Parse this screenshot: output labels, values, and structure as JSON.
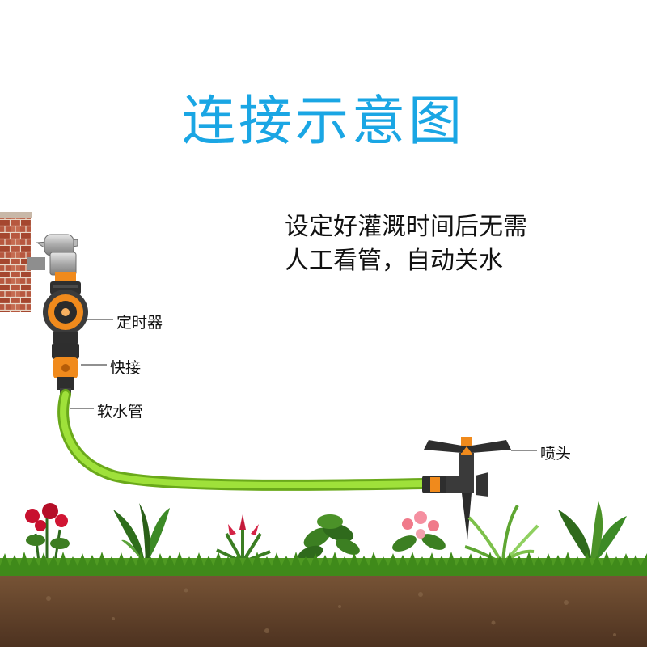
{
  "title": "连接示意图",
  "description": {
    "line1": "设定好灌溉时间后无需",
    "line2": "人工看管，自动关水"
  },
  "labels": {
    "timer": "定时器",
    "quick_connector": "快接",
    "hose": "软水管",
    "sprinkler": "喷头"
  },
  "colors": {
    "title": "#1aa6e4",
    "hose": "#8fd22a",
    "accent_orange": "#f08a1c",
    "dark_gray": "#3b3b3b",
    "soil": "#6b4a32",
    "grass": "#4f9a22"
  }
}
